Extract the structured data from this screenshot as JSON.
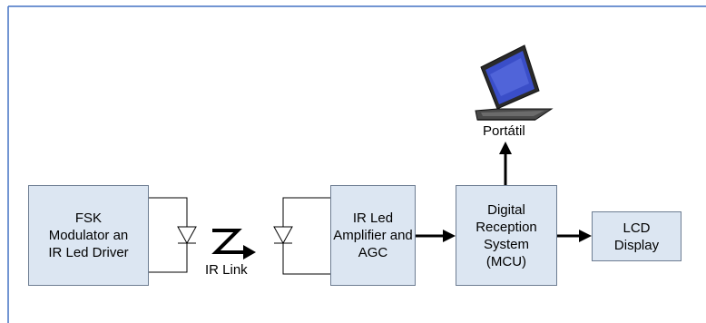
{
  "blocks": {
    "fsk": "FSK\nModulator an\nIR Led Driver",
    "amplifier": "IR Led\nAmplifier and\nAGC",
    "mcu": "Digital\nReception\nSystem\n(MCU)",
    "lcd": "LCD\nDisplay"
  },
  "labels": {
    "ir_link": "IR Link",
    "laptop": "Portátil"
  },
  "colors": {
    "frame": "#4472c4",
    "block_fill": "#dce6f2",
    "block_border": "#6d7d92",
    "arrow": "#000000"
  },
  "icons": {
    "laptop": "laptop-icon",
    "led_transmitter": "diode-icon",
    "led_receiver": "diode-icon",
    "ir_link": "lightning-icon"
  }
}
